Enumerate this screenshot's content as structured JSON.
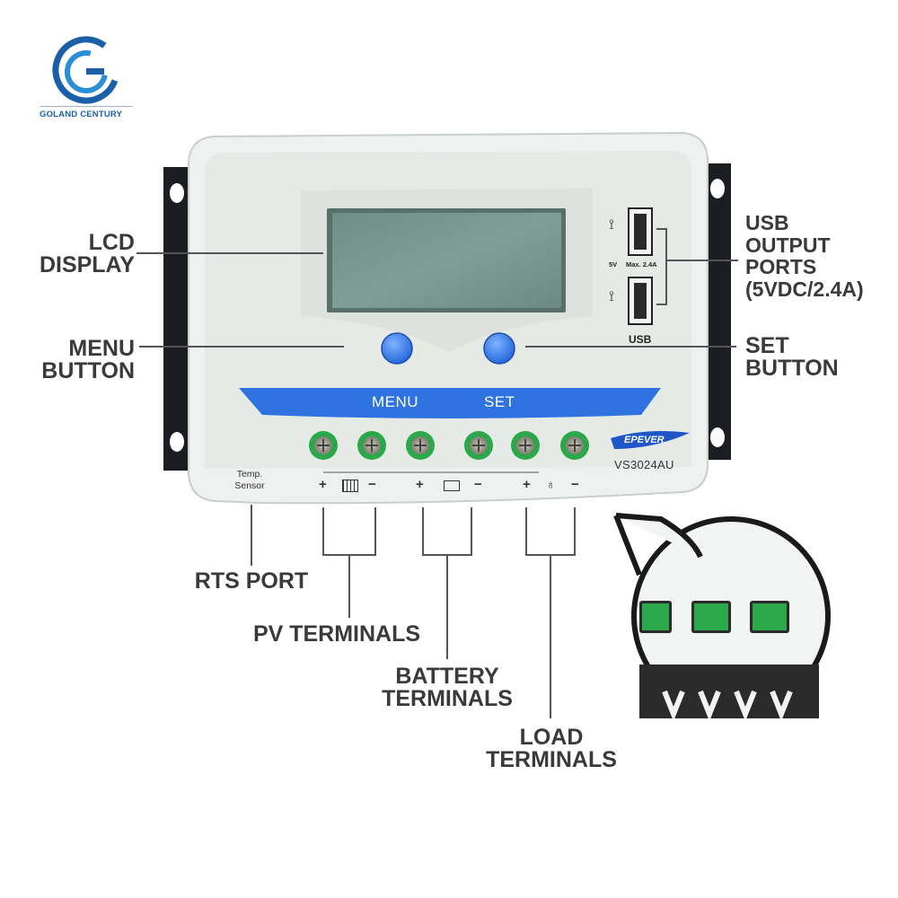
{
  "brand": {
    "name": "GOLAND CENTURY",
    "color": "#1a5fa8"
  },
  "product": {
    "model": "VS3024AU",
    "maker": "EPEVER",
    "menu_label": "MENU",
    "set_label": "SET",
    "temp_sensor": "Temp.\nSensor",
    "usb_volt": "5V",
    "usb_max": "Max. 2.4A",
    "usb_label": "USB",
    "accent_color": "#2f73e0",
    "terminal_color": "#2aa84a"
  },
  "callouts": {
    "lcd": "LCD\nDISPLAY",
    "menu": "MENU\nBUTTON",
    "usb": "USB\nOUTPUT\nPORTS\n(5VDC/2.4A)",
    "set": "SET\nBUTTON",
    "rts": "RTS PORT",
    "pv": "PV TERMINALS",
    "battery": "BATTERY\nTERMINALS",
    "load": "LOAD\nTERMINALS"
  },
  "symbols": {
    "plus": "+",
    "minus": "−"
  }
}
